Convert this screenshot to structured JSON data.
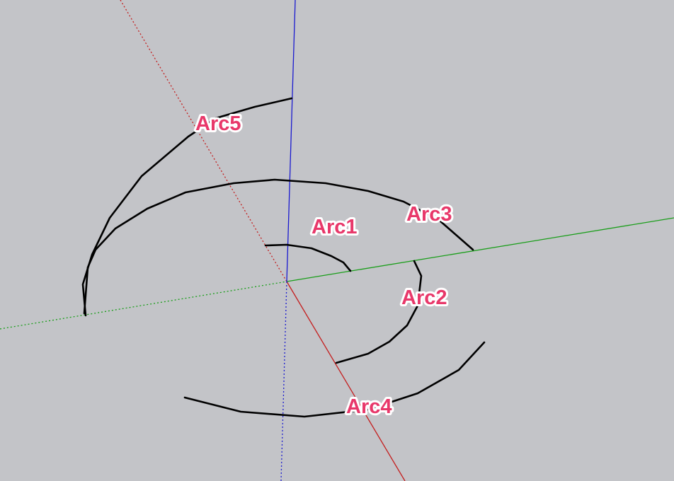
{
  "scene": {
    "background_color": "#c3c4c8",
    "axes": {
      "red": "#c41e1e",
      "green": "#1a9e1a",
      "blue": "#1a1ad0"
    },
    "arc_color": "#000000",
    "label_fill": "#e8386a",
    "label_outline": "#ffffff"
  },
  "labels": {
    "arc1": "Arc1",
    "arc2": "Arc2",
    "arc3": "Arc3",
    "arc4": "Arc4",
    "arc5": "Arc5"
  }
}
